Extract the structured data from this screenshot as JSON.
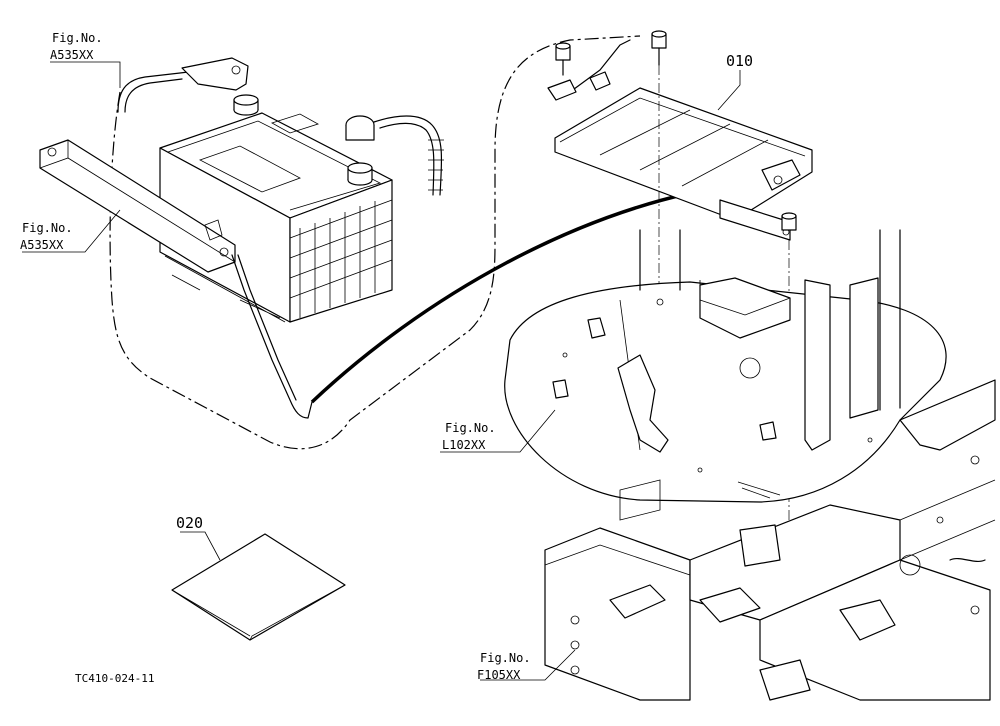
{
  "callouts": {
    "fig_a535_top": {
      "line1": "Fig.No.",
      "line2": "A535XX"
    },
    "fig_a535_left": {
      "line1": "Fig.No.",
      "line2": "A535XX"
    },
    "fig_l102": {
      "line1": "Fig.No.",
      "line2": "L102XX"
    },
    "fig_f105": {
      "line1": "Fig.No.",
      "line2": "F105XX"
    }
  },
  "parts": {
    "p010": "010",
    "p020": "020"
  },
  "drawing_number": "TC410-024-11"
}
